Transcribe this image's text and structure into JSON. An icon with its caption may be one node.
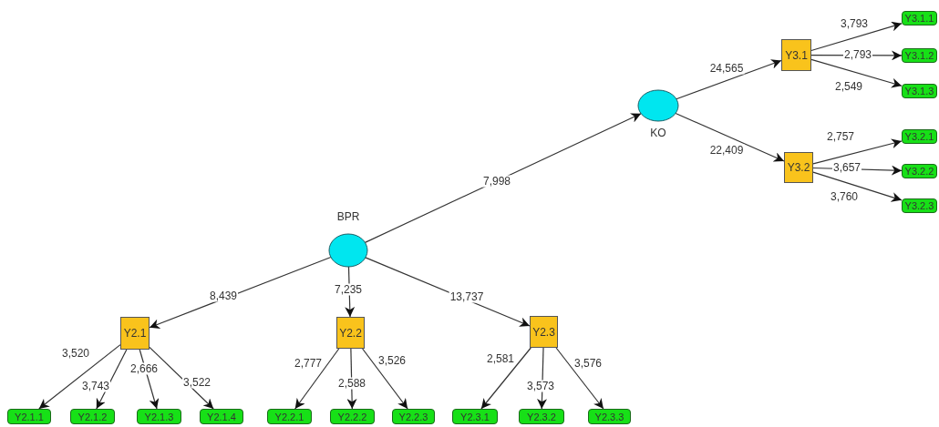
{
  "diagram": {
    "nodes": [
      {
        "text": [
          "BPR"
        ]
      },
      {
        "text": [
          "KO"
        ]
      },
      {
        "text": [
          "Y3.1"
        ]
      },
      {
        "text": [
          "Y3.2"
        ]
      },
      {
        "text": [
          "Y3.1.1"
        ]
      },
      {
        "text": [
          "Y3.1.2"
        ]
      },
      {
        "text": [
          "Y3.1.3"
        ]
      },
      {
        "text": [
          "Y3.2.1"
        ]
      },
      {
        "text": [
          "Y3.2.2"
        ]
      },
      {
        "text": [
          "Y3.2.3"
        ]
      },
      {
        "text": [
          "Y2.1"
        ]
      },
      {
        "text": [
          "Y2.2"
        ]
      },
      {
        "text": [
          "Y2.3"
        ]
      },
      {
        "text": [
          "Y2.1.1"
        ]
      },
      {
        "text": [
          "Y2.1.2"
        ]
      },
      {
        "text": [
          "Y2.1.3"
        ]
      },
      {
        "text": [
          "Y2.1.4"
        ]
      },
      {
        "text": [
          "Y2.2.1"
        ]
      },
      {
        "text": [
          "Y2.2.2"
        ]
      },
      {
        "text": [
          "Y2.2.3"
        ]
      },
      {
        "text": [
          "Y2.3.1"
        ]
      },
      {
        "text": [
          "Y2.3.2"
        ]
      },
      {
        "text": [
          "Y2.3.3"
        ]
      }
    ],
    "edges": [
      {
        "from": 0,
        "to": 1,
        "arrow": "to",
        "label": "7,998"
      },
      {
        "from": 1,
        "to": 2,
        "arrow": "to",
        "label": "24,565"
      },
      {
        "from": 1,
        "to": 3,
        "arrow": "to",
        "label": "22,409"
      },
      {
        "from": 2,
        "to": 4,
        "arrow": "to",
        "label": "3,793"
      },
      {
        "from": 2,
        "to": 5,
        "arrow": "to",
        "label": "2,793"
      },
      {
        "from": 2,
        "to": 6,
        "arrow": "to",
        "label": "2,549"
      },
      {
        "from": 3,
        "to": 7,
        "arrow": "to",
        "label": "2,757"
      },
      {
        "from": 3,
        "to": 8,
        "arrow": "to",
        "label": "3,657"
      },
      {
        "from": 3,
        "to": 9,
        "arrow": "to",
        "label": "3,760"
      },
      {
        "from": 0,
        "to": 10,
        "arrow": "to",
        "label": "8,439"
      },
      {
        "from": 0,
        "to": 11,
        "arrow": "to",
        "label": "7,235"
      },
      {
        "from": 0,
        "to": 12,
        "arrow": "to",
        "label": "13,737"
      },
      {
        "from": 10,
        "to": 13,
        "arrow": "to",
        "label": "3,520"
      },
      {
        "from": 10,
        "to": 14,
        "arrow": "to",
        "label": "3,743"
      },
      {
        "from": 10,
        "to": 15,
        "arrow": "to",
        "label": "2,666"
      },
      {
        "from": 10,
        "to": 16,
        "arrow": "to",
        "label": "3,522"
      },
      {
        "from": 11,
        "to": 17,
        "arrow": "to",
        "label": "2,777"
      },
      {
        "from": 11,
        "to": 18,
        "arrow": "to",
        "label": "2,588"
      },
      {
        "from": 11,
        "to": 19,
        "arrow": "to",
        "label": "3,526"
      },
      {
        "from": 12,
        "to": 20,
        "arrow": "to",
        "label": "2,581"
      },
      {
        "from": 12,
        "to": 21,
        "arrow": "to",
        "label": "3,573"
      },
      {
        "from": 12,
        "to": 22,
        "arrow": "to",
        "label": "3,576"
      }
    ]
  }
}
